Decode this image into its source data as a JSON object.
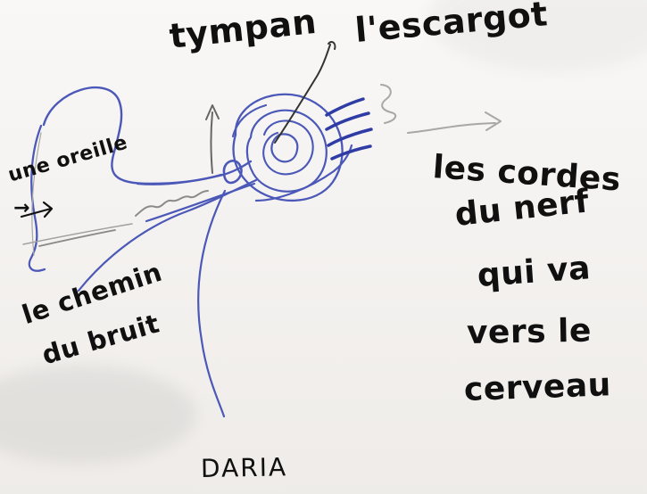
{
  "labels": {
    "tympan": "tympan",
    "escargot": "l'escargot",
    "ear": "une oreille",
    "arrow": "→",
    "path": [
      "le chemin",
      "du bruit"
    ],
    "right": [
      "les cordes",
      "du nerf",
      "qui va",
      "vers le",
      "cerveau"
    ],
    "signature": "DARIA"
  },
  "colors": {
    "paper": "#f2efec",
    "ink": "#101010",
    "blue": "#4b58b8",
    "pencil": "#a7a7a7"
  }
}
